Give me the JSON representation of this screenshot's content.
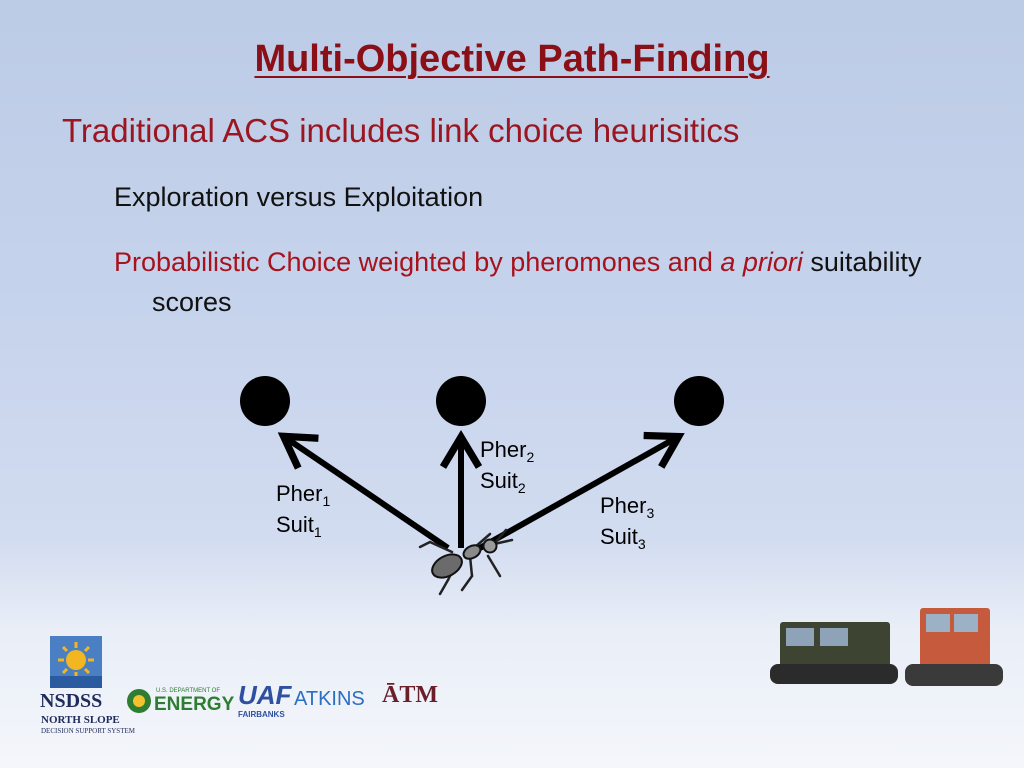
{
  "slide": {
    "title": "Multi-Objective Path-Finding",
    "bullet1": "Traditional ACS includes link choice heurisitics",
    "bullet2": "Exploration versus Exploitation",
    "bullet3": {
      "part1": "Probabilistic Choice weighted by pheromones and ",
      "italic": "a priori",
      "part2": " suitability scores"
    }
  },
  "diagram": {
    "labels": [
      {
        "pher": "Pher",
        "pher_sub": "1",
        "suit": "Suit",
        "suit_sub": "1"
      },
      {
        "pher": "Pher",
        "pher_sub": "2",
        "suit": "Suit",
        "suit_sub": "2"
      },
      {
        "pher": "Pher",
        "pher_sub": "3",
        "suit": "Suit",
        "suit_sub": "3"
      }
    ]
  },
  "logos": {
    "nsdss": "NSDSS",
    "nsdss_sub": "NORTH SLOPE",
    "nsdss_sub2": "DECISION SUPPORT SYSTEM",
    "energy_small": "U.S. DEPARTMENT OF",
    "energy": "ENERGY",
    "uaf": "UAF",
    "uaf_sub": "FAIRBANKS",
    "atkins": "ATKINS",
    "tamu": "ĀTM"
  },
  "colors": {
    "title": "#8b0f16",
    "accent_red": "#a8121c",
    "energy_green": "#2e7d32",
    "uaf_blue": "#2f4fa0",
    "atkins_blue": "#2a6fc1",
    "tamu_maroon": "#6b1f2a"
  }
}
